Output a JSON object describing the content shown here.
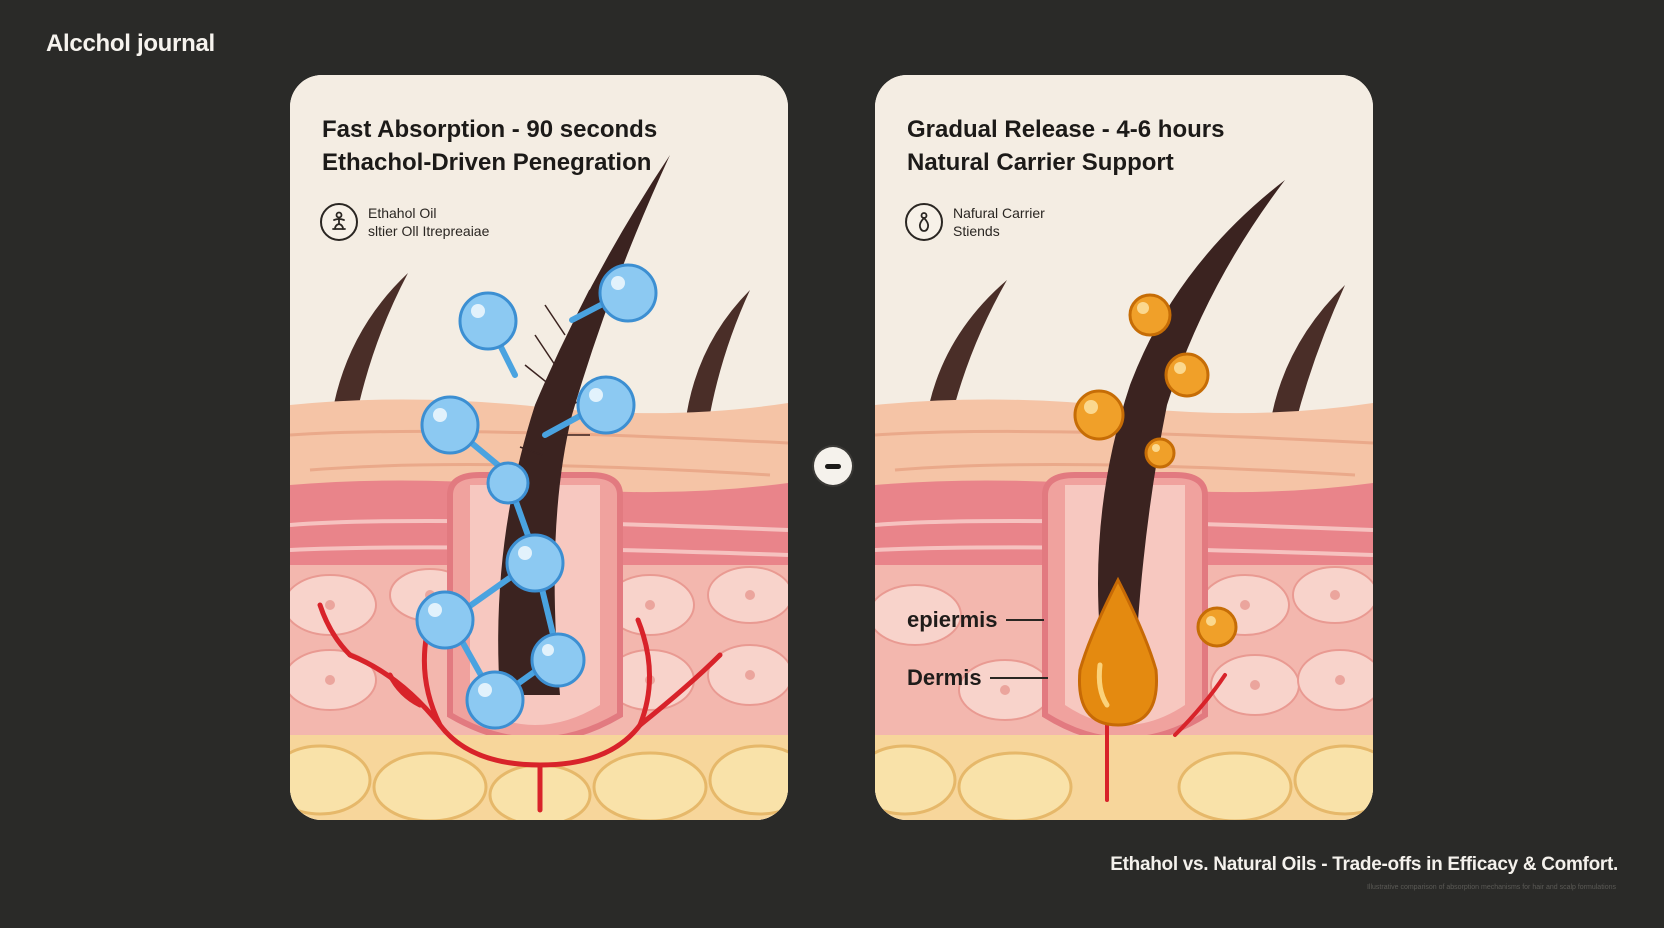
{
  "brand": {
    "name": "Alcchol journal"
  },
  "panels": {
    "left": {
      "title_line1": "Fast Absorption - 90 seconds",
      "title_line2": "Ethachol-Driven Penegration",
      "legend_line1": "Ethahol Oil",
      "legend_line2": "sltier Oll  Itrepreaiae",
      "legend_icon": "person-molecule-icon",
      "accent_color": "#6fb9ec"
    },
    "right": {
      "title_line1": "Gradual Release - 4-6 hours",
      "title_line2": "Natural Carrier Support",
      "legend_line1": "Nafural Carrier",
      "legend_line2": "Stiends",
      "legend_icon": "drop-bottle-icon",
      "accent_color": "#e8920f",
      "label_epidermis": "epiermis",
      "label_dermis": "Dermis"
    }
  },
  "divider": {
    "icon": "minus-icon"
  },
  "footer": {
    "caption": "Ethahol vs. Natural Oils - Trade-offs in Efficacy & Comfort.",
    "fineprint": "Illustrative comparison of absorption mechanisms for hair and scalp formulations"
  }
}
